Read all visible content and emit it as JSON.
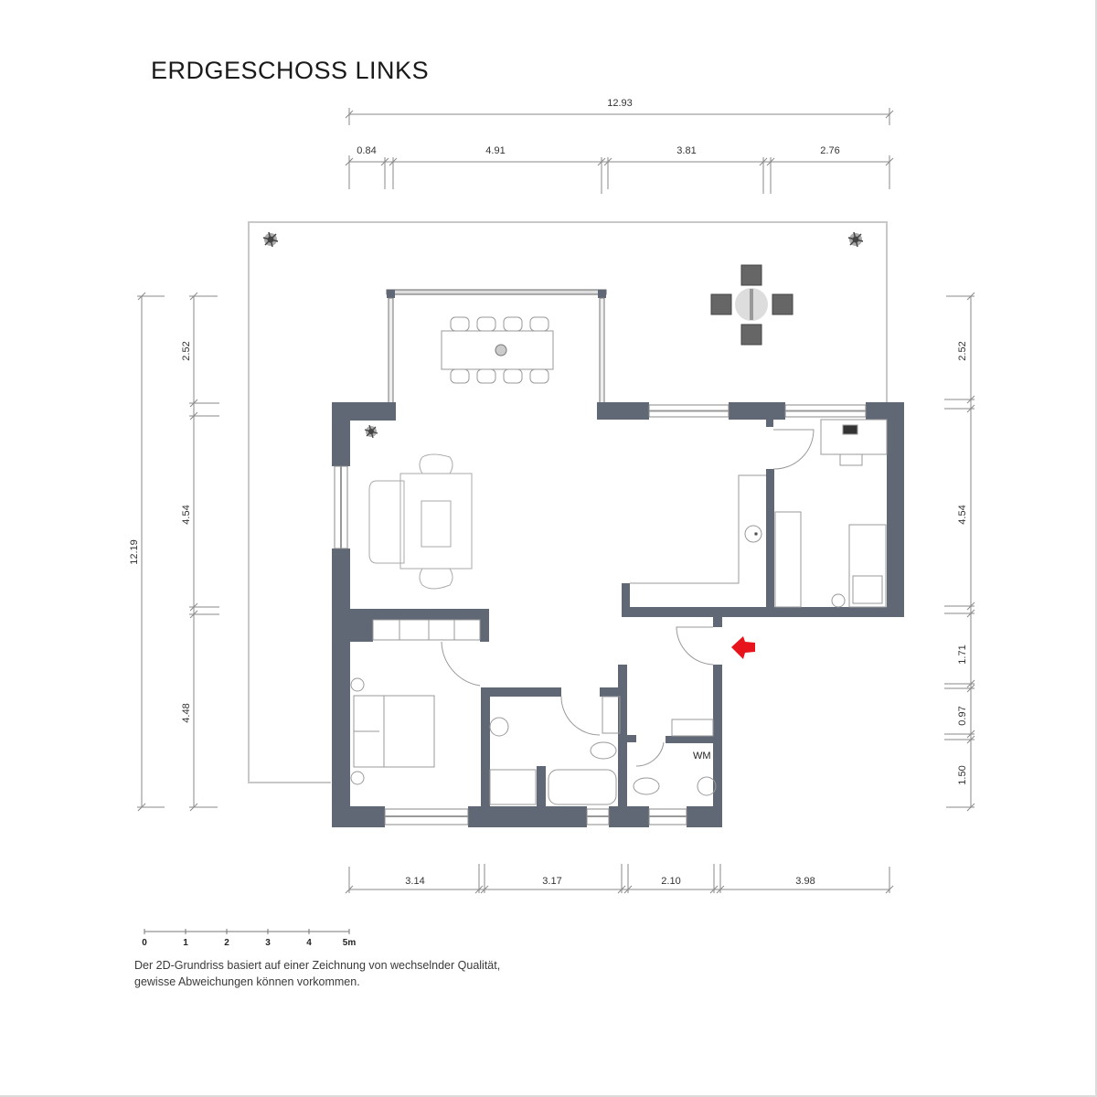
{
  "header": {
    "title": "ERDGESCHOSS LINKS"
  },
  "colors": {
    "wall": "#5f6874",
    "dimension_line": "#8a8a8a",
    "furniture_line": "#9a9a9a",
    "terrace_outline": "#c8c8c8",
    "entrance_arrow": "#e8141b"
  },
  "dimensions": {
    "top_total": "12.93",
    "top_segments": [
      "0.84",
      "4.91",
      "3.81",
      "2.76"
    ],
    "left_total": "12.19",
    "left_segments": [
      "2.52",
      "4.54",
      "4.48"
    ],
    "right_segments": [
      "2.52",
      "4.54",
      "1.71",
      "0.97",
      "1.50"
    ],
    "bottom_segments": [
      "3.14",
      "3.17",
      "2.10",
      "3.98"
    ]
  },
  "scale_bar": {
    "ticks": [
      "0",
      "1",
      "2",
      "3",
      "4",
      "5m"
    ]
  },
  "labels": {
    "washing_machine": "WM"
  },
  "icons": {
    "entrance": "red-arrow-left",
    "plants": "plant-icon"
  },
  "footer": {
    "note_line1": "Der 2D-Grundriss basiert auf einer Zeichnung von wechselnder Qualität,",
    "note_line2": "gewisse Abweichungen können vorkommen."
  }
}
